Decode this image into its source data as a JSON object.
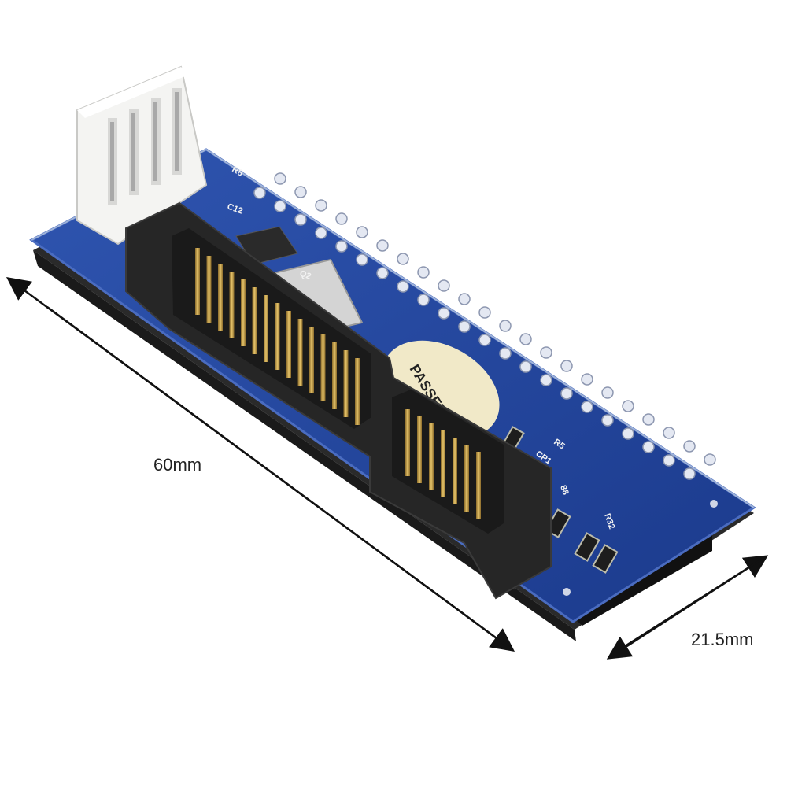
{
  "labels": {
    "length": "60mm",
    "width": "21.5mm"
  },
  "silkscreen": {
    "r8": "R8",
    "c12": "C12",
    "q2": "Q2",
    "r5": "R5",
    "cp": "CP1",
    "r_a": "88",
    "r_b": "R32"
  },
  "sticker": {
    "text": "PASSED"
  },
  "colors": {
    "pcb": "#1e3f94",
    "pcb_edge": "#3b5fb4",
    "connector": "#2b2b2b",
    "pins": "#c9a24a",
    "header_white": "#f4f4f2",
    "arrow": "#111111"
  }
}
